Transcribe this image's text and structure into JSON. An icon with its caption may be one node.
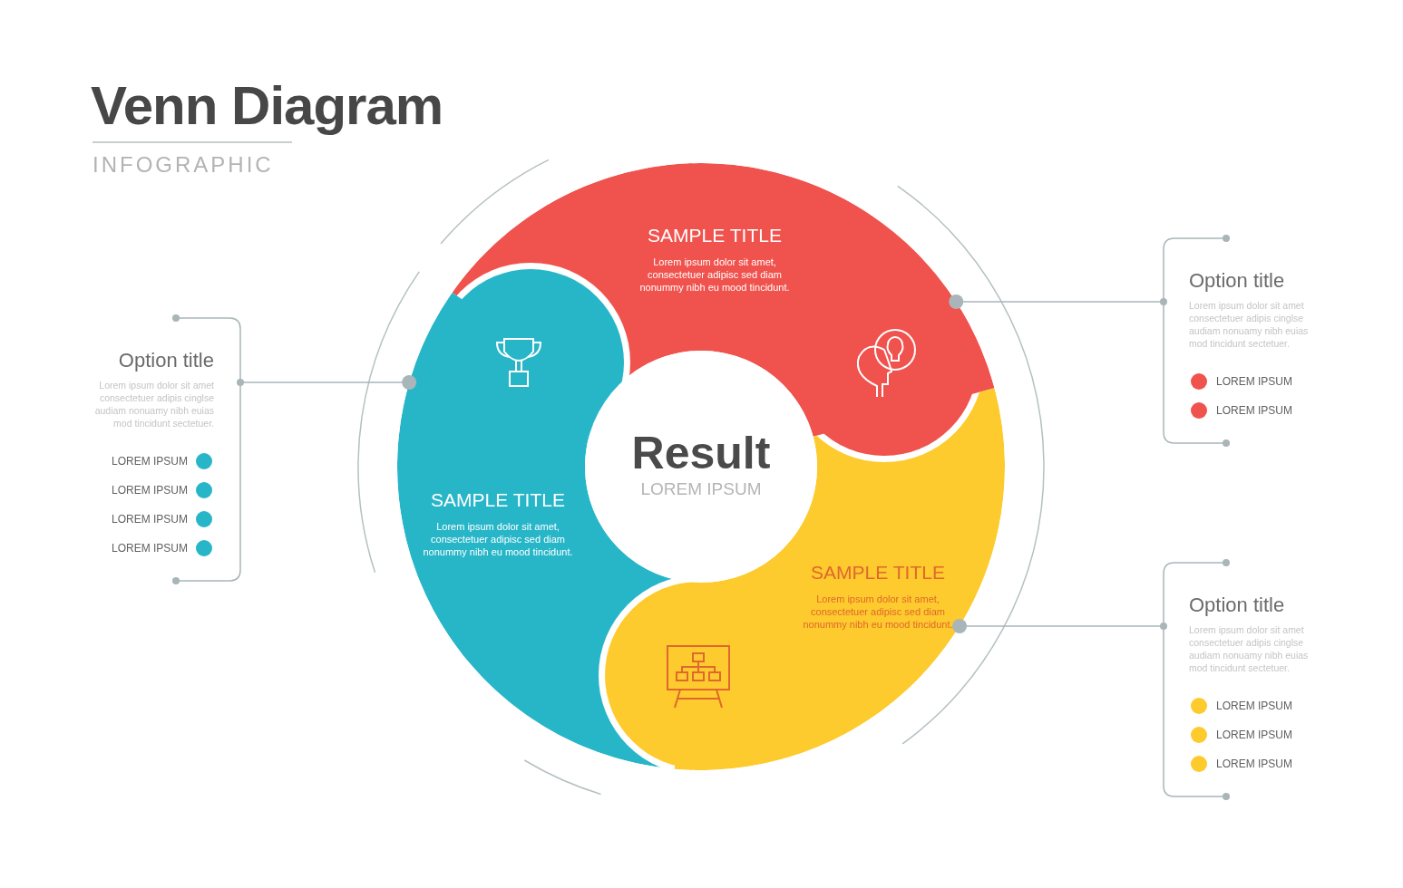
{
  "diagram": {
    "title": "Venn Diagram",
    "nodes": [
      {
        "text": [
          "SAMPLE TITLE",
          "Lorem ipsum dolor sit amet, consectetuer adipisc sed diam nonummy nibh eu mood tincidunt."
        ]
      },
      {
        "text": [
          "SAMPLE TITLE",
          "Lorem ipsum dolor sit amet, consectetuer adipisc sed diam nonummy nibh eu mood tincidunt."
        ]
      },
      {
        "text": [
          "SAMPLE TITLE",
          "Lorem ipsum dolor sit amet, consectetuer adipisc sed diam nonummy nibh eu mood tincidunt."
        ]
      },
      {
        "text": [
          "Result",
          "LOREM IPSUM"
        ]
      },
      {
        "text": [
          "Option title",
          "Lorem ipsum dolor sit amet consectetuer adipis cinglse audiam nonuamy nibh euias mod tincidunt sectetuer.",
          "LOREM IPSUM",
          "LOREM IPSUM",
          "LOREM IPSUM",
          "LOREM IPSUM"
        ]
      },
      {
        "text": [
          "Option title",
          "Lorem ipsum dolor sit amet consectetuer adipis cinglse audiam nonuamy nibh euias mod tincidunt sectetuer.",
          "LOREM IPSUM",
          "LOREM IPSUM"
        ]
      },
      {
        "text": [
          "Option title",
          "Lorem ipsum dolor sit amet consectetuer adipis cinglse audiam nonuamy nibh euias mod tincidunt sectetuer.",
          "LOREM IPSUM",
          "LOREM IPSUM",
          "LOREM IPSUM"
        ]
      }
    ],
    "edges": [
      {
        "from": 4,
        "to": 1,
        "arrow": "other"
      },
      {
        "from": 5,
        "to": 0,
        "arrow": "other"
      },
      {
        "from": 6,
        "to": 2,
        "arrow": "other"
      }
    ],
    "labels": [
      "INFOGRAPHIC"
    ]
  }
}
